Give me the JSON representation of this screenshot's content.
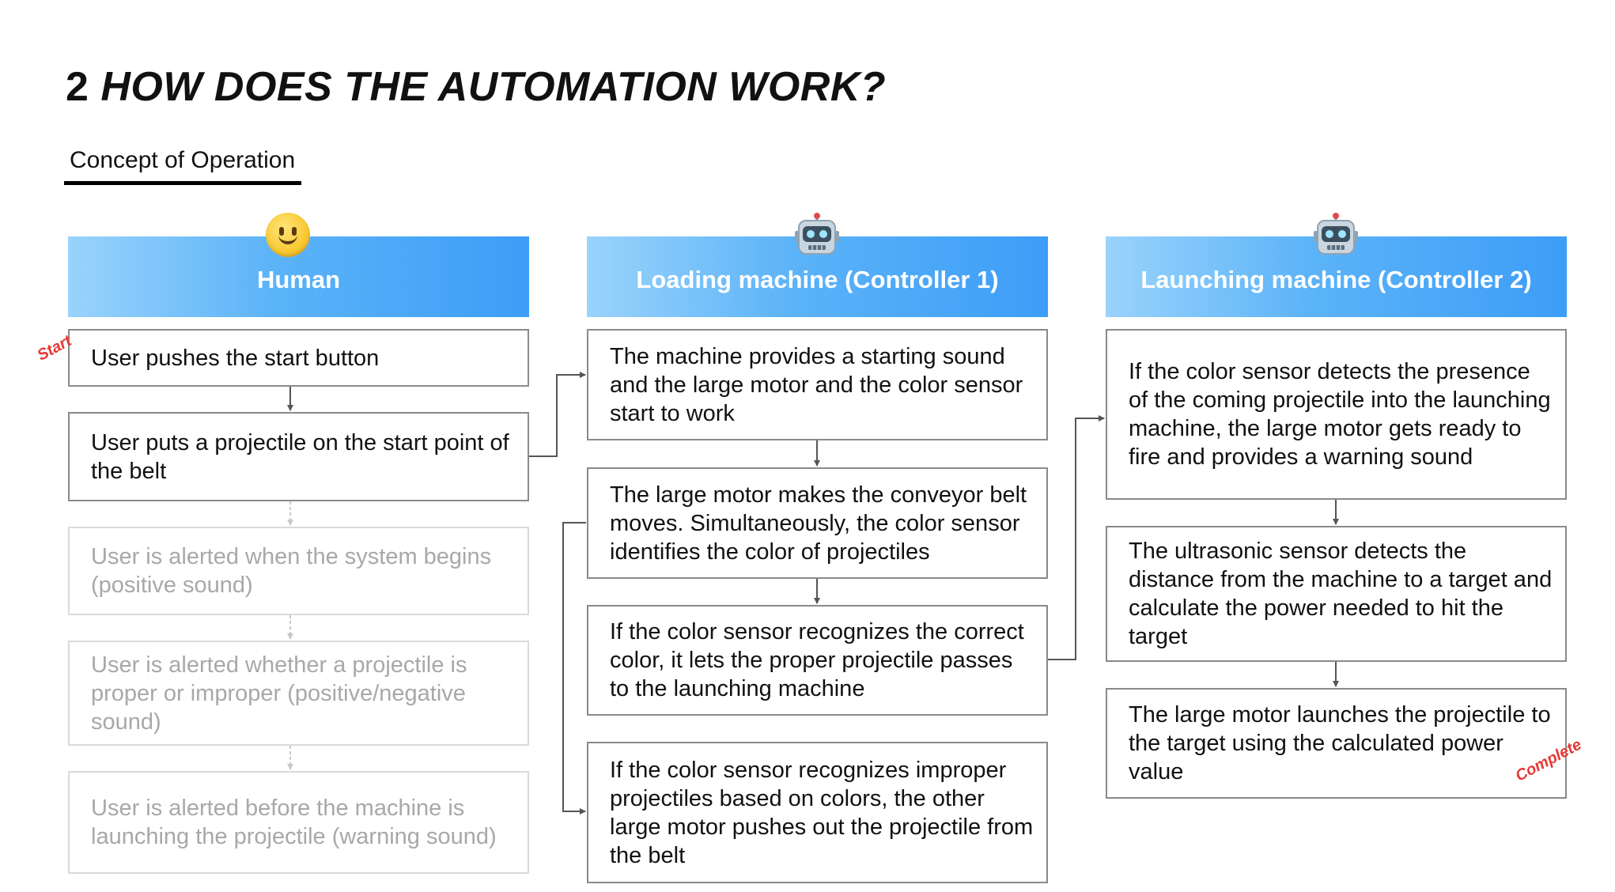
{
  "page": {
    "title_num": "2",
    "title_text": "HOW DOES THE AUTOMATION WORK?",
    "subtitle": "Concept of Operation"
  },
  "columns": [
    {
      "header": "Human",
      "icon": "smiling-face-icon",
      "boxes": [
        {
          "text": "User pushes the start button",
          "faded": false
        },
        {
          "text": "User puts a projectile on the start point of the belt",
          "faded": false
        },
        {
          "text": "User is alerted when the system begins (positive sound)",
          "faded": true
        },
        {
          "text": "User is alerted whether a projectile is proper or improper (positive/negative sound)",
          "faded": true
        },
        {
          "text": "User is alerted before the machine is launching the projectile (warning sound)",
          "faded": true
        }
      ]
    },
    {
      "header": "Loading machine (Controller 1)",
      "icon": "robot-face-icon",
      "boxes": [
        {
          "text": "The machine provides a starting  sound and the large motor and the color sensor start to work"
        },
        {
          "text": "The large motor makes the conveyor belt moves. Simultaneously, the color sensor identifies the color of projectiles"
        },
        {
          "text": "If the color sensor recognizes the correct color, it lets the proper projectile passes to the launching machine"
        },
        {
          "text": "If the color sensor recognizes improper projectiles based on colors, the other large motor pushes out the projectile from the belt"
        }
      ]
    },
    {
      "header": "Launching machine (Controller 2)",
      "icon": "robot-face-icon",
      "boxes": [
        {
          "text": "If the color sensor detects the presence of the coming projectile into the launching machine, the large motor gets ready to fire and provides a warning sound"
        },
        {
          "text": "The ultrasonic sensor detects the distance from the machine to a target and calculate the power needed to hit the target"
        },
        {
          "text": "The large motor launches the projectile to the target using the calculated power value"
        }
      ]
    }
  ],
  "tags": {
    "start": "Start",
    "complete": "Complete"
  },
  "colors": {
    "tag": "#e53935",
    "header_gradient_start": "#9ad3fb",
    "header_gradient_end": "#3d9df7",
    "box_border": "#8a8a8a",
    "faded_text": "#a8a8a8"
  }
}
